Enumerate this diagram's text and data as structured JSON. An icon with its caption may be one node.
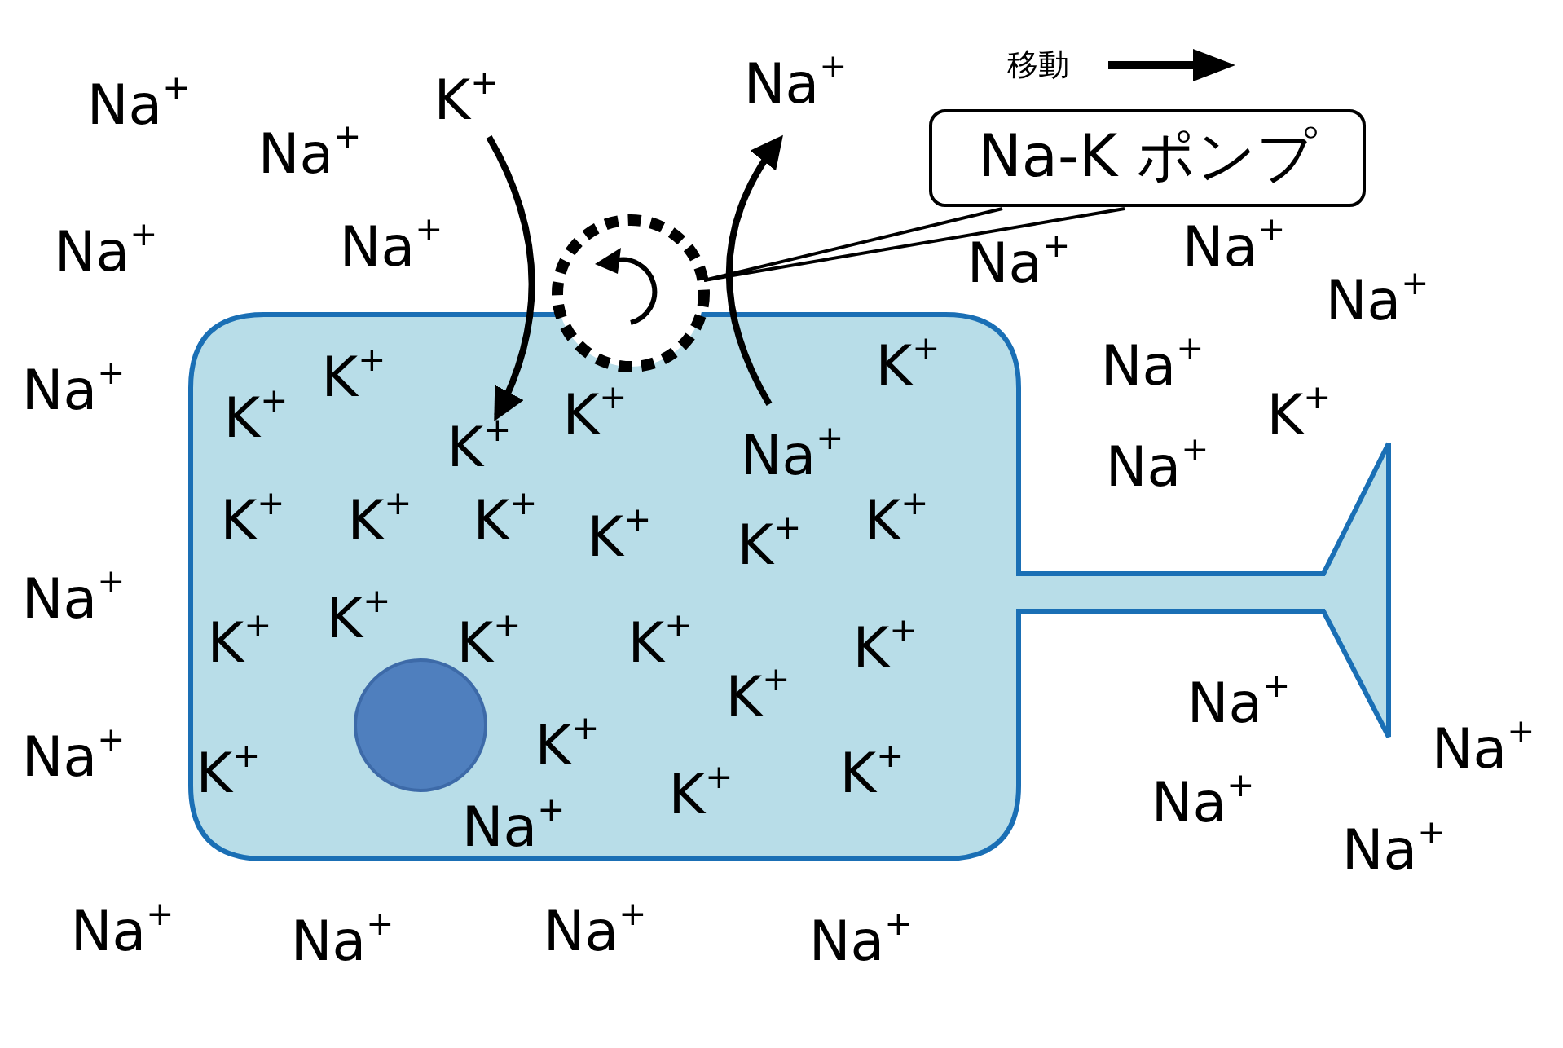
{
  "diagram": {
    "nodes": [
      {
        "text": [
          "K$^{+}$"
        ]
      },
      {
        "text": [
          "Na$^{+}$"
        ]
      },
      {
        "text": [],
        "shape": "circle"
      },
      {
        "text": [
          "Na-K ポンプ"
        ]
      },
      {
        "text": [],
        "shape": "box"
      },
      {
        "text": [
          "K$^{+}$"
        ],
        "in": 4
      },
      {
        "text": [
          "Na$^{+}$"
        ],
        "in": 4
      }
    ],
    "edges": [
      {
        "from": 0,
        "to": 5,
        "arrow": "to"
      },
      {
        "from": 6,
        "to": 1,
        "arrow": "to"
      },
      {
        "from": 3,
        "to": 2,
        "arrow": "none"
      }
    ],
    "labels": [
      "Na$^{+}$",
      "Na$^{+}$",
      "Na$^{+}$",
      "Na$^{+}$",
      "Na$^{+}$",
      "Na$^{+}$",
      "Na$^{+}$",
      "Na$^{+}$",
      "K$^{+}$",
      "K$^{+}$",
      "Na$^{+}$",
      "K$^{+}$",
      "K$^{+}$",
      "K$^{+}$",
      "Na$^{+}$",
      "K$^{+}$",
      "K$^{+}$",
      "K$^{+}$",
      "K$^{+}$",
      "K$^{+}$",
      "K$^{+}$",
      "Na$^{+}$",
      "K$^{+}$",
      "K$^{+}$",
      "K$^{+}$",
      "K$^{+}$",
      "K$^{+}$",
      "K$^{+}$",
      "Na$^{+}$",
      "Na$^{+}$",
      "K$^{+}$",
      "K$^{+}$",
      "K$^{+}$",
      "Na$^{+}$",
      "K$^{+}$",
      "Na$^{+}$",
      "Na$^{+}$",
      "Na$^{+}$",
      "Na$^{+}$",
      "Na$^{+}$",
      "Na$^{+}$",
      "Na$^{+}$"
    ],
    "legend": [
      {
        "text": "移動"
      }
    ]
  }
}
